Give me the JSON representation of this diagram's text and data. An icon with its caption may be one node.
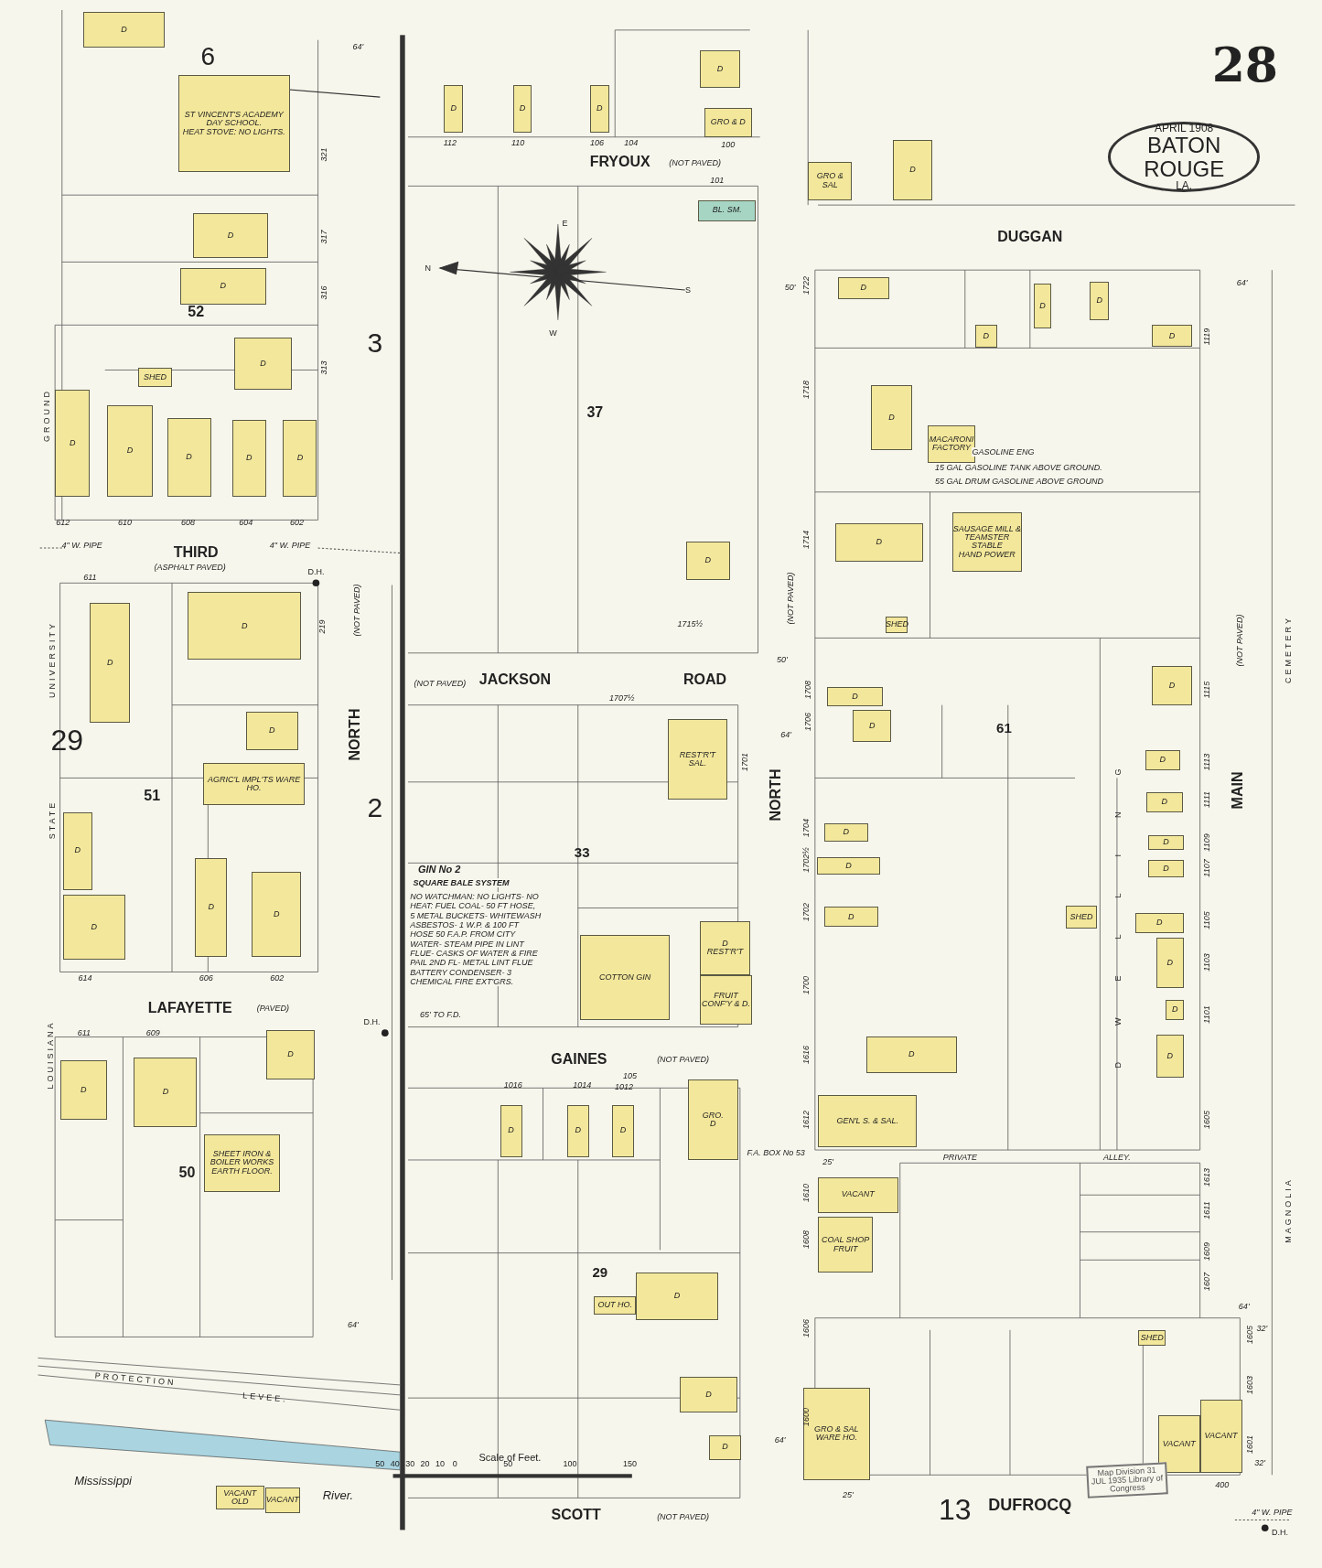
{
  "diagram": {
    "nodes": [
      {
        "text": [
          "APRIL 1908",
          "BATON ROUGE",
          "LA."
        ]
      },
      {
        "text": [
          "ST VINCENT'S ACADEMY",
          "DAY SCHOOL.",
          "HEAT STOVE: NO LIGHTS."
        ]
      },
      {
        "text": [
          "GRO & D"
        ]
      },
      {
        "text": [
          "GRO & SAL"
        ]
      },
      {
        "text": [
          "BL. SM."
        ]
      },
      {
        "text": [
          "MACARONI FACTORY"
        ],
        "beside": [
          "GASOLINE ENG",
          "15 GAL GASOLINE TANK ABOVE GROUND.",
          "55 GAL DRUM GASOLINE ABOVE GROUND"
        ]
      },
      {
        "text": [
          "SAUSAGE MILL & TEAMSTER STABLE",
          "HAND POWER"
        ]
      },
      {
        "text": [
          "SHED"
        ]
      },
      {
        "text": [
          "SHED"
        ]
      },
      {
        "text": [
          "AGRIC'L IMPL'TS WARE HO."
        ]
      },
      {
        "text": [
          "REST'R'T",
          "SAL."
        ]
      },
      {
        "text": [
          "D",
          "REST'R'T"
        ]
      },
      {
        "text": [
          "FRUIT CONF'Y & D."
        ]
      },
      {
        "text": [
          "COTTON GIN"
        ],
        "beside": [
          "GIN No 2",
          "SQUARE BALE SYSTEM",
          "NO WATCHMAN: NO LIGHTS- NO HEAT: FUEL COAL- 50 FT HOSE, 5 METAL BUCKETS- WHITEWASH ASBESTOS- 1 W.P. & 100 FT HOSE 50 F.A.P. FROM CITY WATER- STEAM PIPE IN LINT FLUE- CASKS OF WATER & FIRE PAIL 2ND FL- METAL LINT FLUE BATTERY CONDENSER- 3 CHEMICAL FIRE EXT'GRS.",
          "65' TO F.D."
        ]
      },
      {
        "text": [
          "GRO.",
          "D"
        ]
      },
      {
        "text": [
          "OUT HO."
        ]
      },
      {
        "text": [
          "SHEET IRON & BOILER WORKS",
          "EARTH FLOOR."
        ]
      },
      {
        "text": [
          "VACANT OLD"
        ]
      },
      {
        "text": [
          "VACANT"
        ]
      },
      {
        "text": [
          "GEN'L S. & SAL."
        ]
      },
      {
        "text": [
          "VACANT"
        ]
      },
      {
        "text": [
          "COAL SHOP",
          "FRUIT"
        ]
      },
      {
        "text": [
          "GRO & SAL",
          "WARE HO."
        ]
      },
      {
        "text": [
          "SHED"
        ]
      },
      {
        "text": [
          "SHED"
        ]
      },
      {
        "text": [
          "VACANT"
        ]
      },
      {
        "text": [
          "VACANT"
        ]
      },
      {
        "text": [
          "D"
        ]
      },
      {
        "text": [
          "D"
        ]
      },
      {
        "text": [
          "D"
        ]
      },
      {
        "text": [
          "D"
        ]
      },
      {
        "text": [
          "D"
        ]
      },
      {
        "text": [
          "D"
        ]
      },
      {
        "text": [
          "D"
        ]
      },
      {
        "text": [
          "D"
        ]
      },
      {
        "text": [
          "D"
        ]
      },
      {
        "text": [
          "D"
        ]
      },
      {
        "text": [
          "D"
        ]
      },
      {
        "text": [
          "D"
        ]
      },
      {
        "text": [
          "D"
        ]
      },
      {
        "text": [
          "D"
        ]
      },
      {
        "text": [
          "D"
        ]
      },
      {
        "text": [
          "D"
        ]
      },
      {
        "text": [
          "D"
        ]
      },
      {
        "text": [
          "D"
        ]
      },
      {
        "text": [
          "D"
        ]
      },
      {
        "text": [
          "D"
        ]
      },
      {
        "text": [
          "D"
        ]
      },
      {
        "text": [
          "D"
        ]
      },
      {
        "text": [
          "D"
        ]
      },
      {
        "text": [
          "D"
        ]
      },
      {
        "text": [
          "D"
        ]
      },
      {
        "text": [
          "D"
        ]
      },
      {
        "text": [
          "D"
        ]
      },
      {
        "text": [
          "D"
        ]
      },
      {
        "text": [
          "D"
        ]
      },
      {
        "text": [
          "D"
        ]
      },
      {
        "text": [
          "D"
        ]
      },
      {
        "text": [
          "D"
        ]
      },
      {
        "text": [
          "D"
        ]
      },
      {
        "text": [
          "D"
        ]
      },
      {
        "text": [
          "D"
        ]
      },
      {
        "text": [
          "D"
        ]
      },
      {
        "text": [
          "D"
        ]
      },
      {
        "text": [
          "D"
        ]
      },
      {
        "text": [
          "D"
        ]
      },
      {
        "text": [
          "D"
        ]
      },
      {
        "text": [
          "D"
        ]
      },
      {
        "text": [
          "D"
        ]
      },
      {
        "text": [
          "D"
        ]
      },
      {
        "text": [
          "D"
        ]
      },
      {
        "text": [
          "D"
        ]
      },
      {
        "text": [
          "D"
        ]
      },
      {
        "text": [
          "D"
        ]
      },
      {
        "text": [
          "D"
        ]
      },
      {
        "text": [
          "D"
        ]
      },
      {
        "text": [
          "D"
        ]
      },
      {
        "text": [
          "D"
        ]
      },
      {
        "text": [
          "D"
        ]
      },
      {
        "text": [
          "D"
        ]
      }
    ],
    "labels": [
      "28",
      "6",
      "52",
      "3",
      "37",
      "29",
      "51",
      "2",
      "33",
      "61",
      "50",
      "29",
      "13",
      "FRYOUX",
      "(NOT PAVED)",
      "DUGGAN",
      "THIRD",
      "(ASPHALT PAVED)",
      "(NOT PAVED)",
      "JACKSON",
      "ROAD",
      "LAFAYETTE",
      "(PAVED)",
      "GAINES",
      "(NOT PAVED)",
      "SCOTT",
      "(NOT PAVED)",
      "DUFROCQ",
      "NORTH",
      "(NOT PAVED)",
      "NORTH",
      "(NOT PAVED)",
      "MAIN",
      "(NOT PAVED)",
      "UNIVERSITY",
      "STATE",
      "LOUISIANA",
      "GROUND",
      "CEMETERY",
      "MAGNOLIA",
      "PRIVATE",
      "ALLEY.",
      "DWELLING",
      "4\" W. PIPE",
      "4\" W. PIPE",
      "D.H.",
      "D.H.",
      "D.H.",
      "4\" W. PIPE",
      "PROTECTION",
      "LEVEE.",
      "Mississippi",
      "River.",
      "Scale of Feet.",
      "50",
      "40",
      "30",
      "20",
      "10",
      "0",
      "50",
      "100",
      "150",
      "64'",
      "64'",
      "64'",
      "64'",
      "64'",
      "64'",
      "50'",
      "50'",
      "25'",
      "25'",
      "32'",
      "32'",
      "612",
      "610",
      "608",
      "604",
      "602",
      "611",
      "614",
      "606",
      "602",
      "611",
      "609",
      "112",
      "110",
      "106",
      "104",
      "100",
      "101",
      "1016",
      "1014",
      "1012",
      "105",
      "321",
      "317",
      "316",
      "313",
      "219",
      "1722",
      "1718",
      "1714",
      "1708",
      "1706",
      "1704",
      "1702½",
      "1702",
      "1700",
      "1616",
      "1612",
      "1610",
      "1608",
      "1606",
      "1600",
      "1119",
      "1115",
      "1113",
      "1111",
      "1109",
      "1107",
      "1105",
      "1103",
      "1101",
      "1605",
      "1613",
      "1611",
      "1609",
      "1607",
      "1605",
      "1603",
      "1601",
      "400",
      "1715½",
      "1707½",
      "1701",
      "F.A. BOX No 53",
      "N",
      "E",
      "S",
      "W",
      "Map Division 31 JUL 1935 Library of Congress"
    ]
  }
}
